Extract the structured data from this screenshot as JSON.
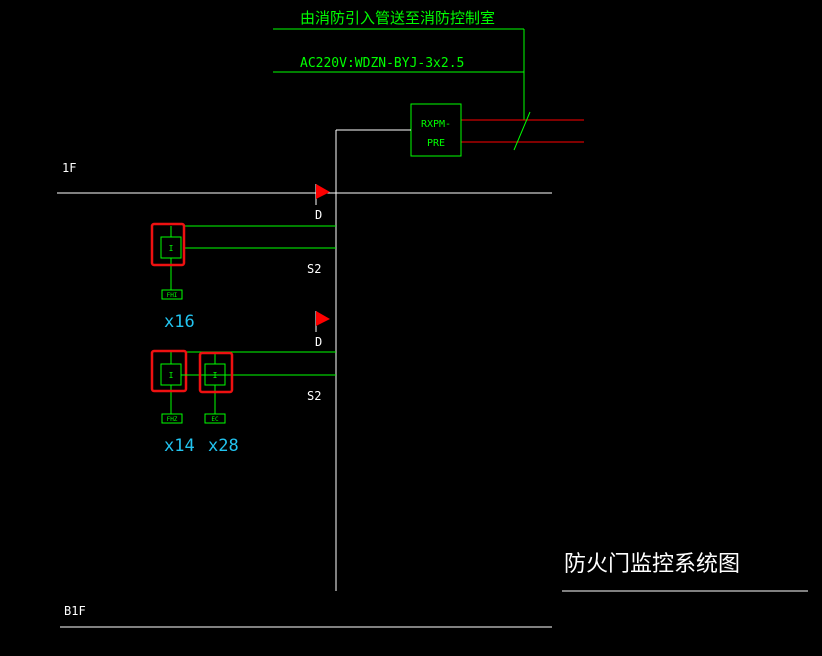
{
  "colors": {
    "background": "#000000",
    "green": "#00ff00",
    "white": "#ffffff",
    "red": "#ff0000",
    "cyan": "#22c4f0",
    "highlight": "#ee1111"
  },
  "header": {
    "source_note": "由消防引入管送至消防控制室",
    "cable_spec": "AC220V:WDZN-BYJ-3x2.5"
  },
  "panel": {
    "line1": "RXPM-",
    "line2": "PRE"
  },
  "floors": {
    "upper": "1F",
    "lower": "B1F"
  },
  "bus_labels": {
    "d_upper": "D",
    "s2_upper": "S2",
    "d_lower": "D",
    "s2_lower": "S2"
  },
  "devices": [
    {
      "module_text": "I",
      "tag": "FHI",
      "count": "x16"
    },
    {
      "module_text": "I",
      "tag": "FHZ",
      "count": "x14"
    },
    {
      "module_text": "I",
      "tag": "EC",
      "count": "x28"
    }
  ],
  "drawing_title": "防火门监控系统图"
}
